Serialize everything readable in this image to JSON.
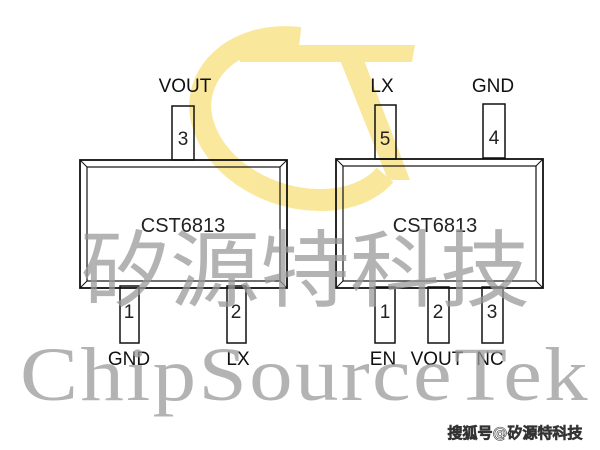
{
  "packages": [
    {
      "part_number": "CST6813",
      "top_pins": [
        {
          "number": "3",
          "label": "VOUT"
        }
      ],
      "bottom_pins": [
        {
          "number": "1",
          "label": "GND"
        },
        {
          "number": "2",
          "label": "LX"
        }
      ]
    },
    {
      "part_number": "CST6813",
      "top_pins": [
        {
          "number": "5",
          "label": "LX"
        },
        {
          "number": "4",
          "label": "GND"
        }
      ],
      "bottom_pins": [
        {
          "number": "1",
          "label": "EN"
        },
        {
          "number": "2",
          "label": "VOUT"
        },
        {
          "number": "3",
          "label": "NC"
        }
      ]
    }
  ],
  "watermark": {
    "chinese": "矽源特科技",
    "english": "ChipSourceTek",
    "logo_color": "#f5d54a"
  },
  "source_credit": "搜狐号@矽源特科技"
}
